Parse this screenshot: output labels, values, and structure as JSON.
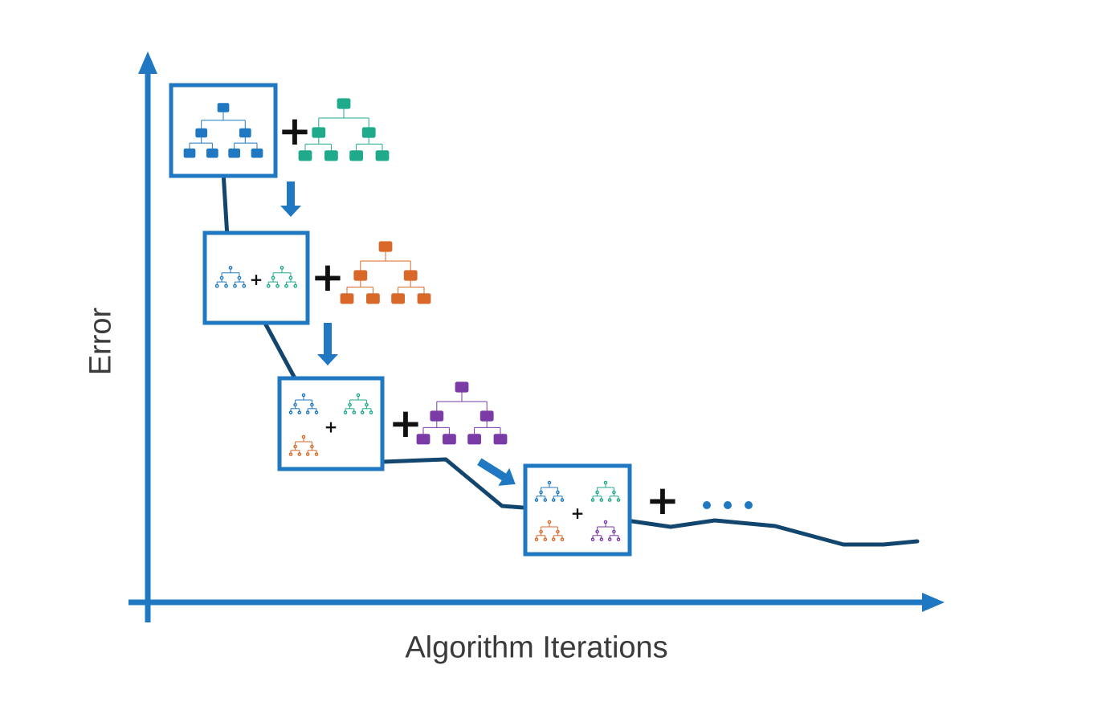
{
  "diagram": {
    "x_axis_label": "Algorithm Iterations",
    "y_axis_label": "Error",
    "operator_symbol": "+",
    "continuation_symbol": "…",
    "colors": {
      "axis": "#1f78c1",
      "error_curve": "#13466e",
      "box_border": "#1f78c1",
      "flow_arrow": "#1f78c1",
      "tree_blue": "#1f78c1",
      "tree_teal": "#1faa8c",
      "tree_orange": "#d9692a",
      "tree_purple": "#7a3ba6",
      "operator": "#111111",
      "continuation": "#1f78c1"
    },
    "stages": [
      {
        "ensemble_trees": [
          "tree_blue"
        ],
        "added_tree": "tree_teal"
      },
      {
        "ensemble_trees": [
          "tree_blue",
          "tree_teal"
        ],
        "added_tree": "tree_orange"
      },
      {
        "ensemble_trees": [
          "tree_blue",
          "tree_teal",
          "tree_orange"
        ],
        "added_tree": "tree_purple"
      },
      {
        "ensemble_trees": [
          "tree_blue",
          "tree_teal",
          "tree_orange",
          "tree_purple"
        ],
        "added_tree": null
      }
    ]
  }
}
